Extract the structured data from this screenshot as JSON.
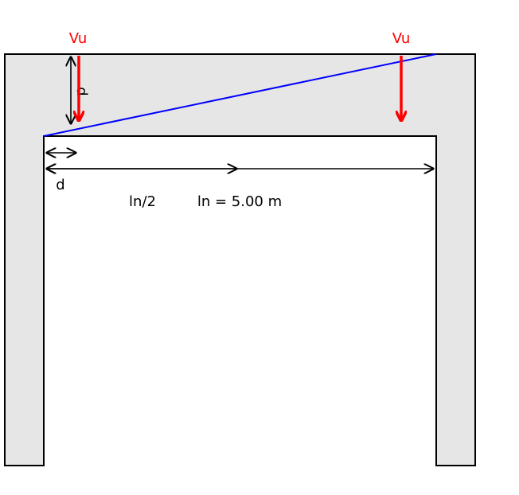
{
  "colors": {
    "structure_fill": "#e6e6e6",
    "outline": "#000000",
    "load": "#ff0000",
    "shear_line": "#0000ff",
    "background": "#ffffff"
  },
  "loads": {
    "left_label": "Vu",
    "right_label": "Vu"
  },
  "dimensions": {
    "depth_vertical_label": "d",
    "depth_horizontal_label": "d",
    "half_span_label": "ln/2",
    "span_label": "ln = 5.00 m"
  }
}
